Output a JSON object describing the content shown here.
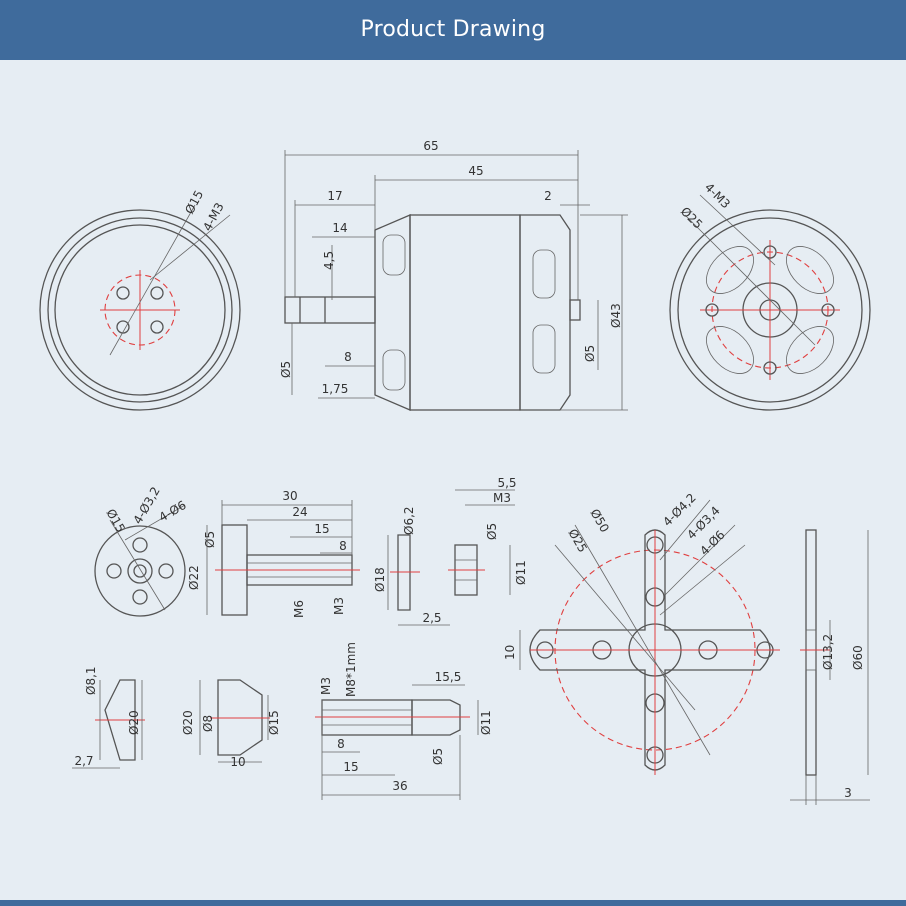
{
  "header": {
    "title": "Product Drawing"
  },
  "colors": {
    "header_bg": "#3f6b9c",
    "background": "#e6edf3",
    "centerline": "#e04040"
  },
  "dims": {
    "d65": "65",
    "d45": "45",
    "d17": "17",
    "d14": "14",
    "d2": "2",
    "d4_5": "4,5",
    "d8": "8",
    "d5_left": "Ø5",
    "d1_75": "1,75",
    "d43": "Ø43",
    "d5_right": "Ø5",
    "front_d15": "Ø15",
    "front_4m3": "4-M3",
    "rear_4m3": "4-M3",
    "rear_d25": "Ø25",
    "hub_d15": "Ø15",
    "hub_4d32": "4-Ø3,2",
    "hub_4d6": "4-Ø6",
    "sh_30": "30",
    "sh_24": "24",
    "sh_15": "15",
    "sh_8": "8",
    "sh_d5": "Ø5",
    "sh_d22": "Ø22",
    "sh_m6": "M6",
    "sh_m3": "M3",
    "wa_d62": "Ø6,2",
    "wa_d18": "Ø18",
    "wa_2_5": "2,5",
    "nut_5_5": "5,5",
    "nut_m3": "M3",
    "nut_d5": "Ø5",
    "nut_d11": "Ø11",
    "cross_d50": "Ø50",
    "cross_d25": "Ø25",
    "cross_4d42": "4-Ø4,2",
    "cross_4d34": "4-Ø3,4",
    "cross_4d6": "4-Ø6",
    "cross_10": "10",
    "side_d13_2": "Ø13,2",
    "side_d60": "Ø60",
    "side_3": "3",
    "cone1_d8_1": "Ø8,1",
    "cone1_d20": "Ø20",
    "cone1_2_7": "2,7",
    "cone2_d20": "Ø20",
    "cone2_d8": "Ø8",
    "cone2_d15": "Ø15",
    "cone2_10": "10",
    "ad_m3": "M3",
    "ad_m8": "M8*1mm",
    "ad_15_5": "15,5",
    "ad_d11": "Ø11",
    "ad_8": "8",
    "ad_d5": "Ø5",
    "ad_15": "15",
    "ad_36": "36"
  }
}
